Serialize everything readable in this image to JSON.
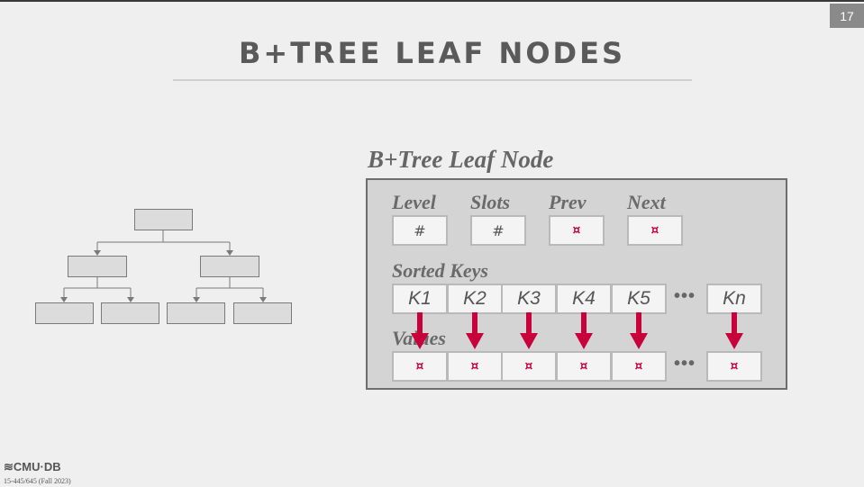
{
  "slide": {
    "page_number": "17",
    "title": "B+TREE LEAF NODES",
    "node_caption": "B+Tree Leaf Node",
    "logo": "≋CMU·DB",
    "course": "15-445/645 (Fall 2023)"
  },
  "leaf_node": {
    "header_fields": [
      {
        "label": "Level",
        "value": "#"
      },
      {
        "label": "Slots",
        "value": "#"
      },
      {
        "label": "Prev",
        "value": "¤"
      },
      {
        "label": "Next",
        "value": "¤"
      }
    ],
    "sorted_keys_label": "Sorted Keys",
    "keys": [
      "K1",
      "K2",
      "K3",
      "K4",
      "K5",
      "Kn"
    ],
    "values_label": "Values",
    "values": [
      "¤",
      "¤",
      "¤",
      "¤",
      "¤",
      "¤"
    ],
    "ellipsis": "•••"
  },
  "colors": {
    "accent": "#c8003c",
    "background": "#efefef",
    "title": "#5a5a5a"
  }
}
